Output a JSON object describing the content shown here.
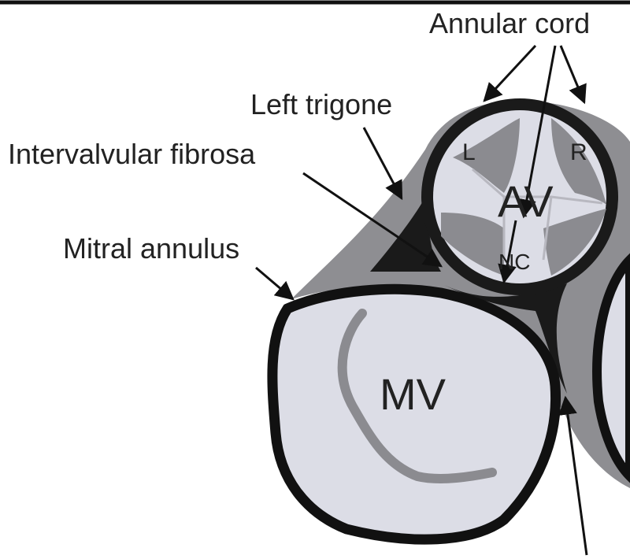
{
  "diagram": {
    "labels": {
      "annular_cord": "Annular cord",
      "left_trigone": "Left trigone",
      "intervalvular_fibrosa": "Intervalvular fibrosa",
      "mitral_annulus": "Mitral annulus"
    },
    "valves": {
      "aortic": "AV",
      "mitral": "MV"
    },
    "cusps": {
      "left": "L",
      "right": "R",
      "noncoronary": "NC"
    },
    "colors": {
      "outline": "#111111",
      "fibrous_tissue": "#8e8e92",
      "valve_fill": "#dcdde6",
      "cusp_shading": "#8b8b90",
      "background": "#ffffff"
    }
  }
}
